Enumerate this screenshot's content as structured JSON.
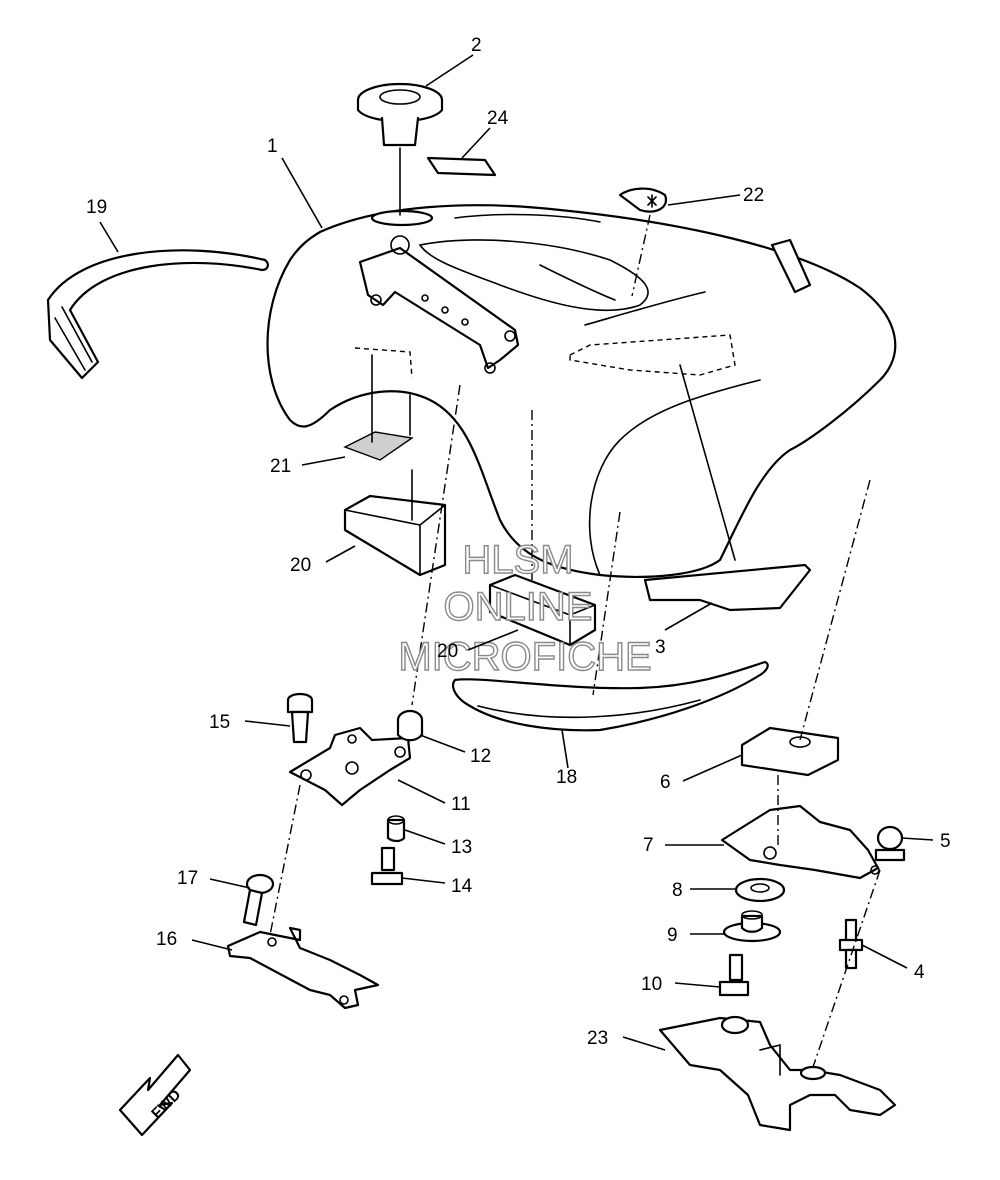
{
  "diagram": {
    "callouts": [
      "1",
      "2",
      "3",
      "4",
      "5",
      "6",
      "7",
      "8",
      "9",
      "10",
      "11",
      "12",
      "13",
      "14",
      "15",
      "16",
      "17",
      "18",
      "19",
      "20",
      "20",
      "21",
      "22",
      "23",
      "24"
    ],
    "watermark": {
      "line1": "HLSM",
      "line2": "ONLINE",
      "line3": "MICROFICHE"
    },
    "direction_label": "FWD"
  }
}
